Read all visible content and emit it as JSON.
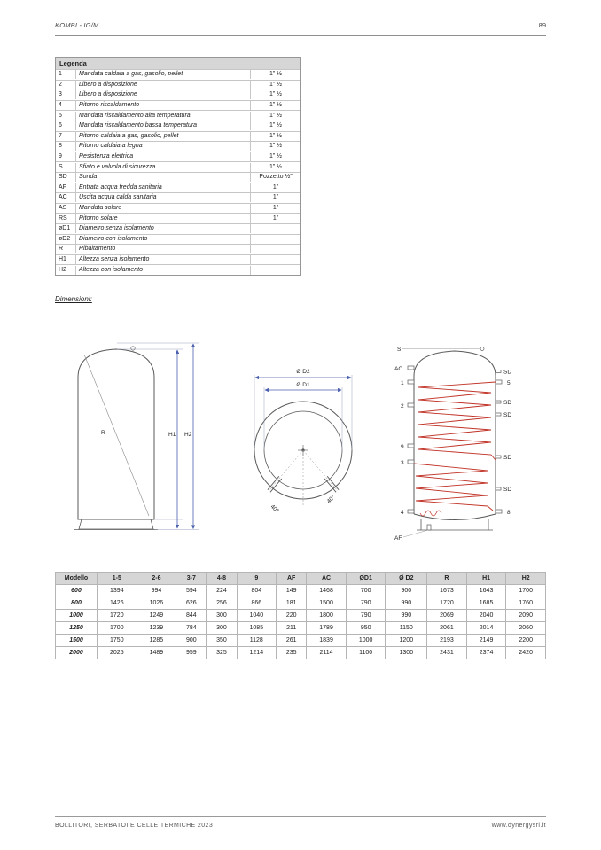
{
  "header": {
    "title": "KOMBI - IG/M",
    "page_number": "89"
  },
  "legend": {
    "title": "Legenda",
    "rows": [
      {
        "code": "1",
        "desc": "Mandata caldaia a gas, gasolio, pellet",
        "size": "1” ½"
      },
      {
        "code": "2",
        "desc": "Libero a disposizione",
        "size": "1” ½"
      },
      {
        "code": "3",
        "desc": "Libero a disposizione",
        "size": "1” ½"
      },
      {
        "code": "4",
        "desc": "Ritorno riscaldamento",
        "size": "1” ½"
      },
      {
        "code": "5",
        "desc": "Mandata riscaldamento alta temperatura",
        "size": "1” ½"
      },
      {
        "code": "6",
        "desc": "Mandata riscaldamento bassa temperatura",
        "size": "1” ½"
      },
      {
        "code": "7",
        "desc": "Ritorno caldaia a gas, gasolio, pellet",
        "size": "1” ½"
      },
      {
        "code": "8",
        "desc": "Ritorno caldaia a legna",
        "size": "1” ½"
      },
      {
        "code": "9",
        "desc": "Resistenza elettrica",
        "size": "1” ½"
      },
      {
        "code": "S",
        "desc": "Sfiato e valvola di sicurezza",
        "size": "1” ½"
      },
      {
        "code": "SD",
        "desc": "Sonda",
        "size": "Pozzetto ½”"
      },
      {
        "code": "AF",
        "desc": "Entrata acqua fredda sanitaria",
        "size": "1”"
      },
      {
        "code": "AC",
        "desc": "Uscita acqua calda sanitaria",
        "size": "1”"
      },
      {
        "code": "AS",
        "desc": "Mandata solare",
        "size": "1”"
      },
      {
        "code": "RS",
        "desc": "Ritorno solare",
        "size": "1”"
      },
      {
        "code": "øD1",
        "desc": "Diametro senza isolamento",
        "size": ""
      },
      {
        "code": "øD2",
        "desc": "Diametro con isolamento",
        "size": ""
      },
      {
        "code": "R",
        "desc": "Ribaltamento",
        "size": ""
      },
      {
        "code": "H1",
        "desc": "Altezza senza isolamento",
        "size": ""
      },
      {
        "code": "H2",
        "desc": "Altezza con isolamento",
        "size": ""
      }
    ]
  },
  "dimensions_label": "Dimensioni:",
  "diagrams": {
    "side_view": {
      "r": "R",
      "h1": "H1",
      "h2": "H2"
    },
    "top_view": {
      "d2": "Ø D2",
      "d1": "Ø D1",
      "angle_left": "40°",
      "angle_right": "40°"
    },
    "section_view": {
      "left_labels": [
        "S",
        "AC",
        "1",
        "2",
        "9",
        "3",
        "4",
        "AF"
      ],
      "right_labels": [
        "SD",
        "5",
        "SD",
        "SD",
        "SD",
        "SD",
        "8"
      ]
    },
    "coil_color": "#c13327",
    "dimension_line_color": "#4a5fae"
  },
  "table": {
    "headers": [
      "Modello",
      "1-5",
      "2-6",
      "3-7",
      "4-8",
      "9",
      "AF",
      "AC",
      "ØD1",
      "Ø D2",
      "R",
      "H1",
      "H2"
    ],
    "rows": [
      [
        "600",
        "1394",
        "994",
        "594",
        "224",
        "804",
        "149",
        "1468",
        "700",
        "900",
        "1673",
        "1643",
        "1700"
      ],
      [
        "800",
        "1426",
        "1026",
        "626",
        "256",
        "866",
        "181",
        "1500",
        "790",
        "990",
        "1720",
        "1685",
        "1760"
      ],
      [
        "1000",
        "1720",
        "1249",
        "844",
        "300",
        "1040",
        "220",
        "1800",
        "790",
        "990",
        "2069",
        "2040",
        "2090"
      ],
      [
        "1250",
        "1700",
        "1239",
        "784",
        "300",
        "1085",
        "211",
        "1789",
        "950",
        "1150",
        "2061",
        "2014",
        "2060"
      ],
      [
        "1500",
        "1750",
        "1285",
        "900",
        "350",
        "1128",
        "261",
        "1839",
        "1000",
        "1200",
        "2193",
        "2149",
        "2200"
      ],
      [
        "2000",
        "2025",
        "1489",
        "959",
        "325",
        "1214",
        "235",
        "2114",
        "1100",
        "1300",
        "2431",
        "2374",
        "2420"
      ]
    ]
  },
  "footer": {
    "left": "BOLLITORI, SERBATOI E CELLE TERMICHE 2023",
    "right": "www.dynergysrl.it"
  }
}
